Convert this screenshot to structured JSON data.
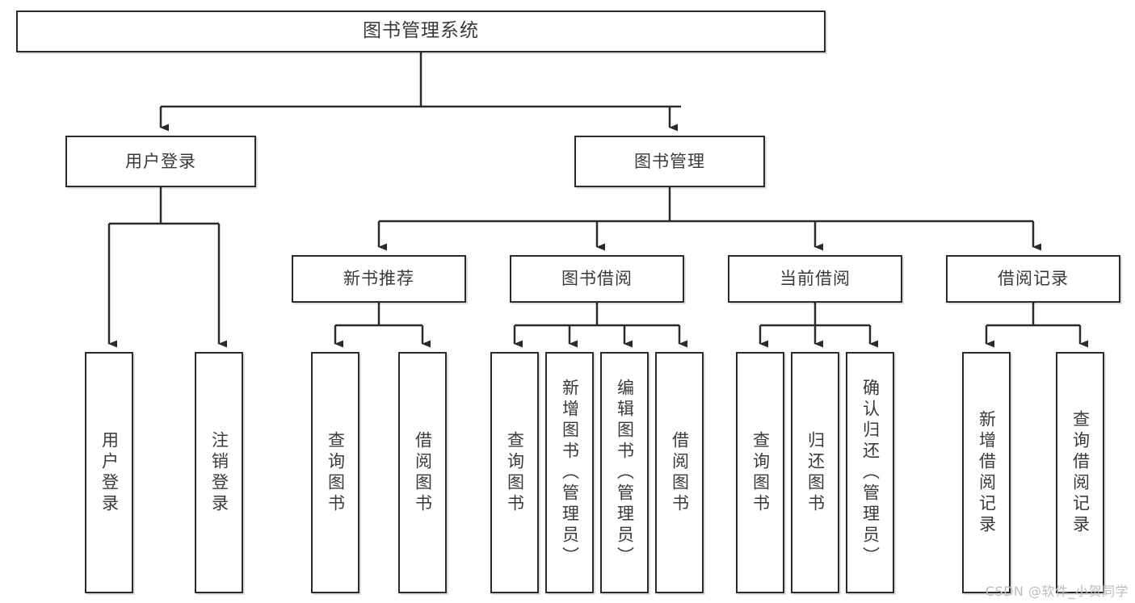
{
  "diagram": {
    "title": "图书管理系统",
    "type": "tree-hierarchy-chart",
    "orientation": "top-down",
    "colors": {
      "box_border": "#2b2b2b",
      "box_fill": "#ffffff",
      "text": "#3a3a3a",
      "connector": "#2b2b2b",
      "watermark": "#bdbdbd",
      "background": "#ffffff"
    }
  },
  "root": {
    "label": "图书管理系统"
  },
  "level1": [
    {
      "label": "用户登录"
    },
    {
      "label": "图书管理"
    }
  ],
  "level2": [
    {
      "label": "新书推荐"
    },
    {
      "label": "图书借阅"
    },
    {
      "label": "当前借阅"
    },
    {
      "label": "借阅记录"
    }
  ],
  "leaves": {
    "user_login": [
      {
        "label": "用户登录"
      },
      {
        "label": "注销登录"
      }
    ],
    "new_book_recommend": [
      {
        "label": "查询图书"
      },
      {
        "label": "借阅图书"
      }
    ],
    "book_borrow": [
      {
        "label": "查询图书"
      },
      {
        "label": "新增图书（管理员）"
      },
      {
        "label": "编辑图书（管理员）"
      },
      {
        "label": "借阅图书"
      }
    ],
    "current_borrow": [
      {
        "label": "查询图书"
      },
      {
        "label": "归还图书"
      },
      {
        "label": "确认归还（管理员）"
      }
    ],
    "borrow_record": [
      {
        "label": "新增借阅记录"
      },
      {
        "label": "查询借阅记录"
      }
    ]
  },
  "watermark": {
    "text": "CSDN @软件_小贺同学"
  }
}
